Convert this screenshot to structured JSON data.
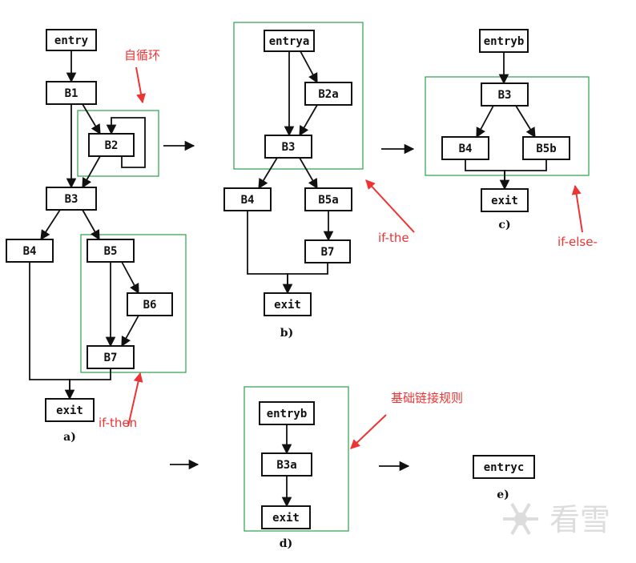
{
  "diagram": {
    "panels": [
      {
        "id": "a",
        "caption": "a)",
        "nodes": [
          {
            "id": "entry",
            "label": "entry"
          },
          {
            "id": "B1",
            "label": "B1"
          },
          {
            "id": "B2",
            "label": "B2"
          },
          {
            "id": "B3",
            "label": "B3"
          },
          {
            "id": "B4",
            "label": "B4"
          },
          {
            "id": "B5",
            "label": "B5"
          },
          {
            "id": "B6",
            "label": "B6"
          },
          {
            "id": "B7",
            "label": "B7"
          },
          {
            "id": "exit",
            "label": "exit"
          }
        ],
        "edges": [
          [
            "entry",
            "B1"
          ],
          [
            "B1",
            "B2"
          ],
          [
            "B1",
            "B3"
          ],
          [
            "B2",
            "B2"
          ],
          [
            "B2",
            "B3"
          ],
          [
            "B3",
            "B4"
          ],
          [
            "B3",
            "B5"
          ],
          [
            "B5",
            "B6"
          ],
          [
            "B5",
            "B7"
          ],
          [
            "B6",
            "B7"
          ],
          [
            "B4",
            "exit"
          ],
          [
            "B7",
            "exit"
          ]
        ],
        "groups": [
          {
            "members": [
              "B2"
            ],
            "note": "自循环"
          },
          {
            "members": [
              "B5",
              "B6",
              "B7"
            ],
            "note": "if-then"
          }
        ]
      },
      {
        "id": "b",
        "caption": "b)",
        "nodes": [
          {
            "id": "entrya",
            "label": "entrya"
          },
          {
            "id": "B2a",
            "label": "B2a"
          },
          {
            "id": "B3",
            "label": "B3"
          },
          {
            "id": "B4",
            "label": "B4"
          },
          {
            "id": "B5a",
            "label": "B5a"
          },
          {
            "id": "B7",
            "label": "B7"
          },
          {
            "id": "exit",
            "label": "exit"
          }
        ],
        "edges": [
          [
            "entrya",
            "B2a"
          ],
          [
            "entrya",
            "B3"
          ],
          [
            "B2a",
            "B3"
          ],
          [
            "B3",
            "B4"
          ],
          [
            "B3",
            "B5a"
          ],
          [
            "B5a",
            "B7"
          ],
          [
            "B4",
            "exit"
          ],
          [
            "B7",
            "exit"
          ]
        ],
        "groups": [
          {
            "members": [
              "entrya",
              "B2a",
              "B3"
            ],
            "note": "if-the"
          }
        ]
      },
      {
        "id": "c",
        "caption": "c)",
        "nodes": [
          {
            "id": "entryb",
            "label": "entryb"
          },
          {
            "id": "B3",
            "label": "B3"
          },
          {
            "id": "B4",
            "label": "B4"
          },
          {
            "id": "B5b",
            "label": "B5b"
          },
          {
            "id": "exit",
            "label": "exit"
          }
        ],
        "edges": [
          [
            "entryb",
            "B3"
          ],
          [
            "B3",
            "B4"
          ],
          [
            "B3",
            "B5b"
          ],
          [
            "B4",
            "exit"
          ],
          [
            "B5b",
            "exit"
          ]
        ],
        "groups": [
          {
            "members": [
              "B3",
              "B4",
              "B5b"
            ],
            "note": "if-else-"
          }
        ]
      },
      {
        "id": "d",
        "caption": "d)",
        "nodes": [
          {
            "id": "entryb",
            "label": "entryb"
          },
          {
            "id": "B3a",
            "label": "B3a"
          },
          {
            "id": "exit",
            "label": "exit"
          }
        ],
        "edges": [
          [
            "entryb",
            "B3a"
          ],
          [
            "B3a",
            "exit"
          ]
        ],
        "groups": [
          {
            "members": [
              "entryb",
              "B3a",
              "exit"
            ],
            "note": "基础链接规则"
          }
        ]
      },
      {
        "id": "e",
        "caption": "e)",
        "nodes": [
          {
            "id": "entryc",
            "label": "entryc"
          }
        ],
        "edges": [],
        "groups": []
      }
    ],
    "transitions": [
      [
        "a",
        "b"
      ],
      [
        "b",
        "c"
      ],
      [
        "c",
        "d"
      ],
      [
        "d",
        "e"
      ]
    ]
  },
  "watermark": {
    "text": "看雪",
    "icon": "snowflake-icon"
  },
  "colors": {
    "group_border": "#2aa24a",
    "annotation": "#ee3333",
    "node_border": "#111111"
  }
}
